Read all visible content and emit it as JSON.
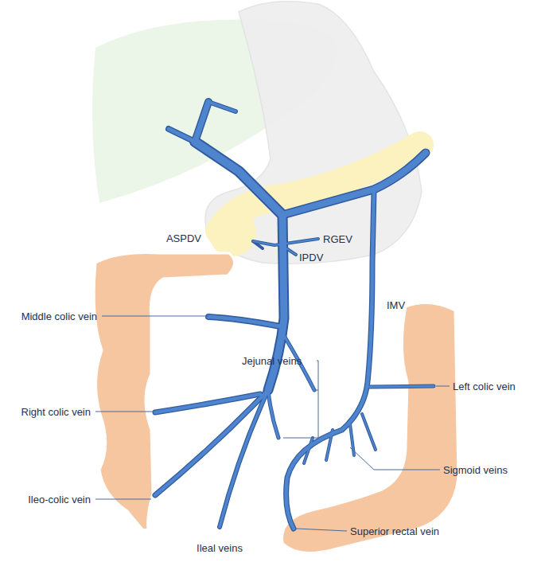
{
  "diagram": {
    "labels": [
      "ASPDV",
      "RGEV",
      "IPDV",
      "IMV",
      "Middle colic vein",
      "Jejunal veins",
      "Left colic vein",
      "Right colic vein",
      "Sigmoid veins",
      "Ileo-colic vein",
      "Ileal veins",
      "Superior rectal vein"
    ]
  }
}
